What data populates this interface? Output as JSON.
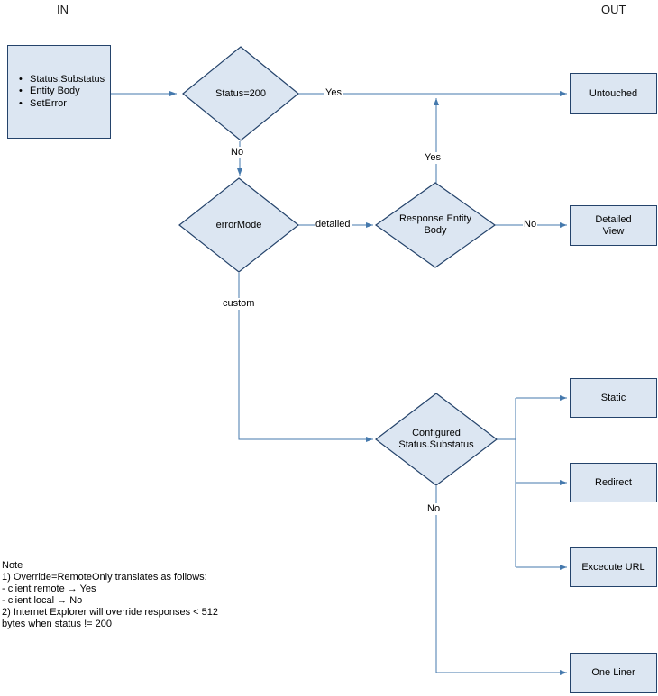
{
  "page": {
    "in_label": "IN",
    "out_label": "OUT"
  },
  "input_box": {
    "items": [
      "Status.Substatus",
      "Entity Body",
      "SetError"
    ]
  },
  "decisions": {
    "status200": "Status=200",
    "error_mode": "errorMode",
    "response_entity_body": "Response Entity Body",
    "configured_status": "Configured Status.Substatus"
  },
  "outputs": {
    "untouched": "Untouched",
    "detailed_view": "Detailed View",
    "static": "Static",
    "redirect": "Redirect",
    "execute_url": "Excecute URL",
    "one_liner": "One Liner"
  },
  "edge_labels": {
    "status200_yes": "Yes",
    "status200_no": "No",
    "response_entity_body_yes": "Yes",
    "error_mode_detailed": "detailed",
    "response_entity_body_no": "No",
    "error_mode_custom": "custom",
    "configured_no": "No"
  },
  "note": {
    "lines": [
      "Note",
      "1) Override=RemoteOnly translates as follows:",
      "- client remote → Yes",
      "- client local → No",
      "2) Internet Explorer will override responses < 512",
      "bytes when status != 200"
    ]
  },
  "colors": {
    "node_fill": "#dce6f2",
    "node_border": "#24436b",
    "connector": "#4579ad"
  }
}
